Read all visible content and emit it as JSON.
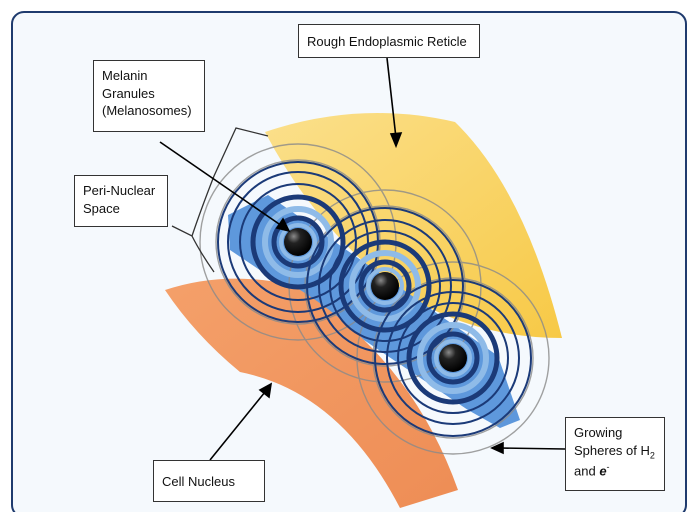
{
  "labels": {
    "rough_er": "Rough Endoplasmic Reticle",
    "melanin_line1": "Melanin",
    "melanin_line2": "Granules",
    "melanin_line3": "(Melanosomes)",
    "perinuclear_line1": "Peri-Nuclear",
    "perinuclear_line2": "Space",
    "growing_line1": "Growing",
    "growing_line2_prefix": "Spheres of H",
    "growing_line2_sub": "2",
    "growing_line3_prefix": "and ",
    "growing_line3_e": "e",
    "growing_line3_sup": "-",
    "cell_nucleus": "Cell Nucleus"
  },
  "colors": {
    "frame_border": "#1f3b6e",
    "frame_fill": "#f5f9fd",
    "er_fill": "#f9d15a",
    "nucleus_fill": "#f29a60",
    "band_fill": "#5e98dc",
    "ring_dark": "#1b3a78",
    "ring_light": "#8fbbe8",
    "granule": "#111111",
    "gray_ring": "#8a8a8a"
  }
}
